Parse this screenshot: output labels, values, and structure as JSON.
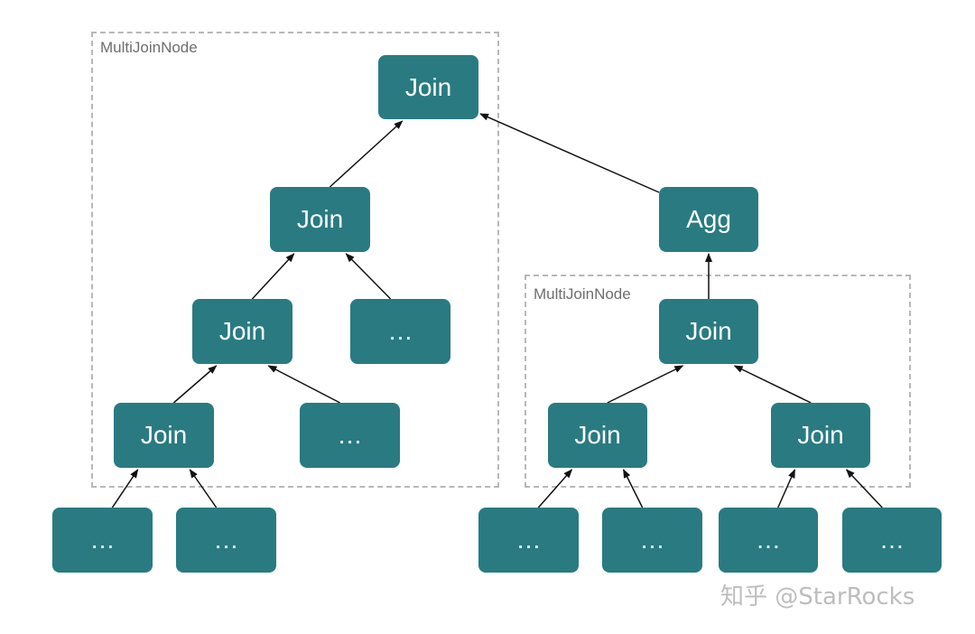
{
  "colors": {
    "node_fill": "#297b81",
    "node_text": "#ffffff",
    "edge": "#111111",
    "group_border": "#b8b8b8",
    "group_label": "#6e6e6e",
    "watermark": "#bdbdbd"
  },
  "groups": [
    {
      "id": "g-left",
      "label": "MultiJoinNode"
    },
    {
      "id": "g-right",
      "label": "MultiJoinNode"
    }
  ],
  "nodes": [
    {
      "id": "join-root",
      "label": "Join"
    },
    {
      "id": "join-l1",
      "label": "Join"
    },
    {
      "id": "agg",
      "label": "Agg"
    },
    {
      "id": "join-l2",
      "label": "Join"
    },
    {
      "id": "ellipsis-l2",
      "label": "…"
    },
    {
      "id": "join-l3",
      "label": "Join"
    },
    {
      "id": "ellipsis-l3",
      "label": "…"
    },
    {
      "id": "ellipsis-leaf-1",
      "label": "…"
    },
    {
      "id": "ellipsis-leaf-2",
      "label": "…"
    },
    {
      "id": "join-r1",
      "label": "Join"
    },
    {
      "id": "join-r2a",
      "label": "Join"
    },
    {
      "id": "join-r2b",
      "label": "Join"
    },
    {
      "id": "ellipsis-leaf-3",
      "label": "…"
    },
    {
      "id": "ellipsis-leaf-4",
      "label": "…"
    },
    {
      "id": "ellipsis-leaf-5",
      "label": "…"
    },
    {
      "id": "ellipsis-leaf-6",
      "label": "…"
    }
  ],
  "edges": [
    {
      "from": "join-l1",
      "to": "join-root"
    },
    {
      "from": "agg",
      "to": "join-root"
    },
    {
      "from": "join-l2",
      "to": "join-l1"
    },
    {
      "from": "ellipsis-l2",
      "to": "join-l1"
    },
    {
      "from": "join-l3",
      "to": "join-l2"
    },
    {
      "from": "ellipsis-l3",
      "to": "join-l2"
    },
    {
      "from": "ellipsis-leaf-1",
      "to": "join-l3"
    },
    {
      "from": "ellipsis-leaf-2",
      "to": "join-l3"
    },
    {
      "from": "join-r1",
      "to": "agg"
    },
    {
      "from": "join-r2a",
      "to": "join-r1"
    },
    {
      "from": "join-r2b",
      "to": "join-r1"
    },
    {
      "from": "ellipsis-leaf-3",
      "to": "join-r2a"
    },
    {
      "from": "ellipsis-leaf-4",
      "to": "join-r2a"
    },
    {
      "from": "ellipsis-leaf-5",
      "to": "join-r2b"
    },
    {
      "from": "ellipsis-leaf-6",
      "to": "join-r2b"
    }
  ],
  "watermark": "知乎 @StarRocks"
}
